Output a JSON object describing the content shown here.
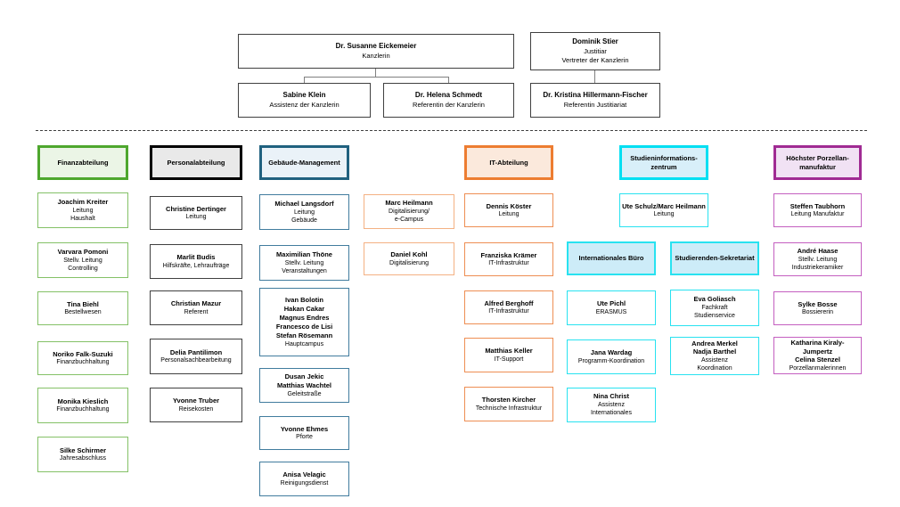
{
  "accents": {
    "finanzabteilung": "#4ea72e",
    "personalabteilung": "#000000",
    "gebaeude_management": "#20617f",
    "it_abteilung": "#ed7d31",
    "digitalisierung": "#f4b183",
    "studieninformationszentrum": "#00dff2",
    "porzellanmanufaktur": "#a02b93",
    "connector_gray": "#808080",
    "top_box_border": "#404040"
  },
  "leadership": {
    "kanzlerin": {
      "name": "Dr. Susanne Eickemeier",
      "role": "Kanzlerin"
    },
    "justitiar": {
      "name": "Dominik Stier",
      "role": "Justitiar\nVertreter der Kanzlerin"
    },
    "assistenz_kanzlerin": {
      "name": "Sabine Klein",
      "role": "Assistenz der Kanzlerin"
    },
    "referentin_kanzlerin": {
      "name": "Dr. Helena Schmedt",
      "role": "Referentin der Kanzlerin"
    },
    "referentin_justitiariat": {
      "name": "Dr. Kristina Hillermann-Fischer",
      "role": "Referentin Justitiariat"
    }
  },
  "departments": {
    "finanz": {
      "header": "Finanzabteilung",
      "members": [
        {
          "name": "Joachim Kreiter",
          "role": "Leitung\nHaushalt"
        },
        {
          "name": "Varvara Pomoni",
          "role": "Stellv. Leitung\nControlling"
        },
        {
          "name": "Tina Biehl",
          "role": "Bestellwesen"
        },
        {
          "name": "Noriko Falk-Suzuki",
          "role": "Finanzbuchhaltung"
        },
        {
          "name": "Monika Kieslich",
          "role": "Finanzbuchhaltung"
        },
        {
          "name": "Silke Schirmer",
          "role": "Jahresabschluss"
        }
      ]
    },
    "personal": {
      "header": "Personalabteilung",
      "members": [
        {
          "name": "Christine Dertinger",
          "role": "Leitung"
        },
        {
          "name": "Marlit Budis",
          "role": "Hilfskräfte, Lehraufträge"
        },
        {
          "name": "Christian Mazur",
          "role": "Referent"
        },
        {
          "name": "Delia Pantilimon",
          "role": "Personalsachbearbeitung"
        },
        {
          "name": "Yvonne Truber",
          "role": "Reisekosten"
        }
      ]
    },
    "gebaeude": {
      "header": "Gebäude-Management",
      "members": [
        {
          "name": "Michael Langsdorf",
          "role": "Leitung\nGebäude"
        },
        {
          "name": "Maximilian Thöne",
          "role": "Stellv. Leitung\nVeranstaltungen"
        },
        {
          "name": "Ivan Bolotin\nHakan Cakar\nMagnus Endres\nFrancesco de Lisi\nStefan Rösemann",
          "role": "Hauptcampus"
        },
        {
          "name": "Dusan Jekic\nMatthias Wachtel",
          "role": "Geleitstraße"
        },
        {
          "name": "Yvonne Ehmes",
          "role": "Pforte"
        },
        {
          "name": "Anisa Velagic",
          "role": "Reinigungsdienst"
        }
      ]
    },
    "digitalisierung": {
      "members": [
        {
          "name": "Marc Heilmann",
          "role": "Digitalisierung/\ne-Campus"
        },
        {
          "name": "Daniel Kohl",
          "role": "Digitalisierung"
        }
      ]
    },
    "it": {
      "header": "IT-Abteilung",
      "members": [
        {
          "name": "Dennis Köster",
          "role": "Leitung"
        },
        {
          "name": "Franziska Krämer",
          "role": "IT-Infrastruktur"
        },
        {
          "name": "Alfred Berghoff",
          "role": "IT-Infrastruktur"
        },
        {
          "name": "Matthias Keller",
          "role": "IT-Support"
        },
        {
          "name": "Thorsten Kircher",
          "role": "Technische Infrastruktur"
        }
      ]
    },
    "studienzentrum": {
      "header": "Studieninformations-\nzentrum",
      "leader": {
        "name": "Ute Schulz/Marc Heilmann",
        "role": "Leitung"
      },
      "internationales_buero": {
        "label": "Internationales Büro",
        "members": [
          {
            "name": "Ute Pichl",
            "role": "ERASMUS"
          },
          {
            "name": "Jana Wardag",
            "role": "Programm-Koordination"
          },
          {
            "name": "Nina Christ",
            "role": "Assistenz\nInternationales"
          }
        ]
      },
      "studierenden_sekretariat": {
        "label": "Studierenden-Sekretariat",
        "members": [
          {
            "name": "Eva Goliasch",
            "role": "Fachkraft\nStudienservice"
          },
          {
            "name": "Andrea Merkel\nNadja Barthel",
            "role": "Assistenz\nKoordination"
          }
        ]
      }
    },
    "porzellan": {
      "header": "Höchster Porzellan-\nmanufaktur",
      "members": [
        {
          "name": "Steffen Taubhorn",
          "role": "Leitung Manufaktur"
        },
        {
          "name": "André Haase",
          "role": "Stellv. Leitung\nIndustriekeramiker"
        },
        {
          "name": "Sylke Bosse",
          "role": "Bossiererin"
        },
        {
          "name": "Katharina Kiraly-Jumpertz\nCelina Stenzel",
          "role": "Porzellanmalerinnen"
        }
      ]
    }
  }
}
